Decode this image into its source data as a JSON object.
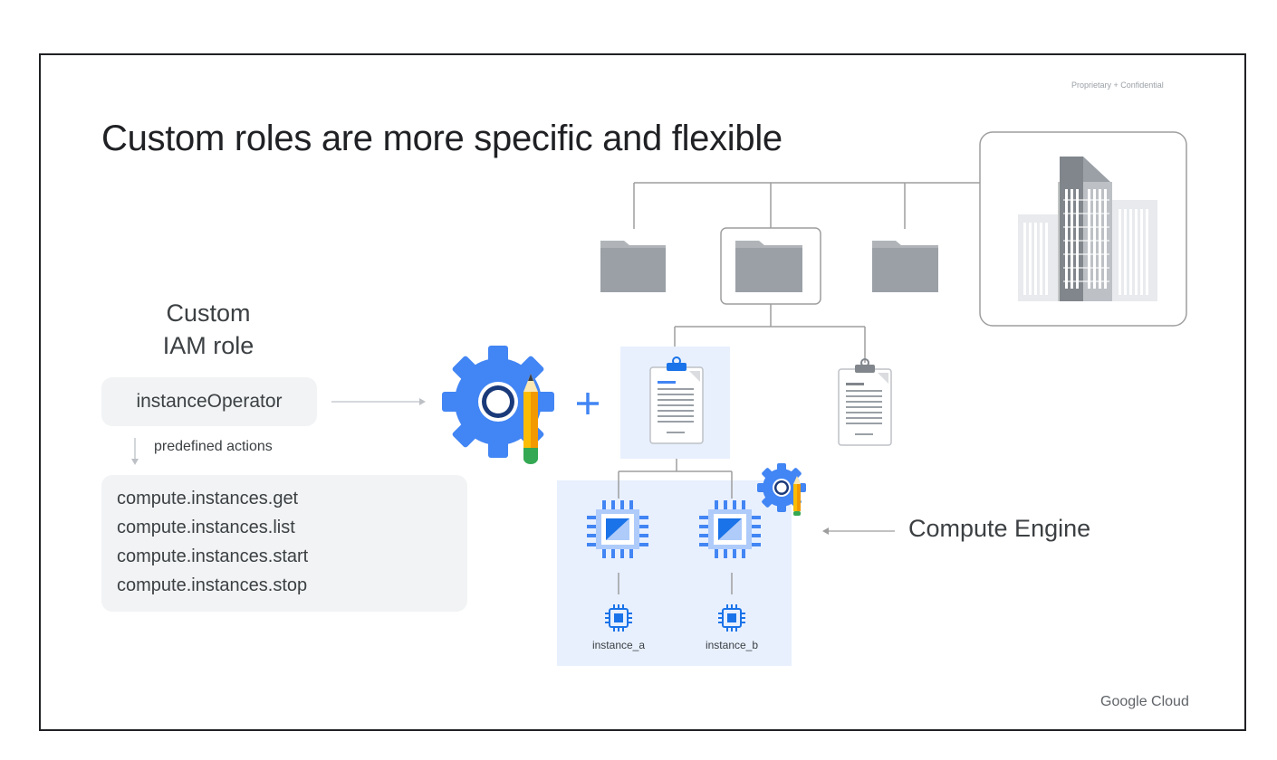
{
  "header": {
    "proprietary": "Proprietary + Confidential",
    "title": "Custom roles are more specific and flexible"
  },
  "role": {
    "title_line1": "Custom",
    "title_line2": "IAM role",
    "name": "instanceOperator",
    "predefined_label": "predefined actions",
    "actions": [
      "compute.instances.get",
      "compute.instances.list",
      "compute.instances.start",
      "compute.instances.stop"
    ]
  },
  "compute": {
    "label": "Compute Engine",
    "instances": [
      "instance_a",
      "instance_b"
    ]
  },
  "footer": {
    "brand": "Google Cloud"
  },
  "colors": {
    "gear_blue": "#4285f4",
    "gear_dark": "#1a56c4",
    "pencil_yellow": "#fbbc04",
    "pencil_green": "#34a853",
    "highlight_bg": "#e8f0fe",
    "chip_blue": "#4285f4",
    "chip_light": "#aecbfa",
    "folder_gray": "#9aa0a6",
    "line_gray": "#9e9e9e"
  }
}
